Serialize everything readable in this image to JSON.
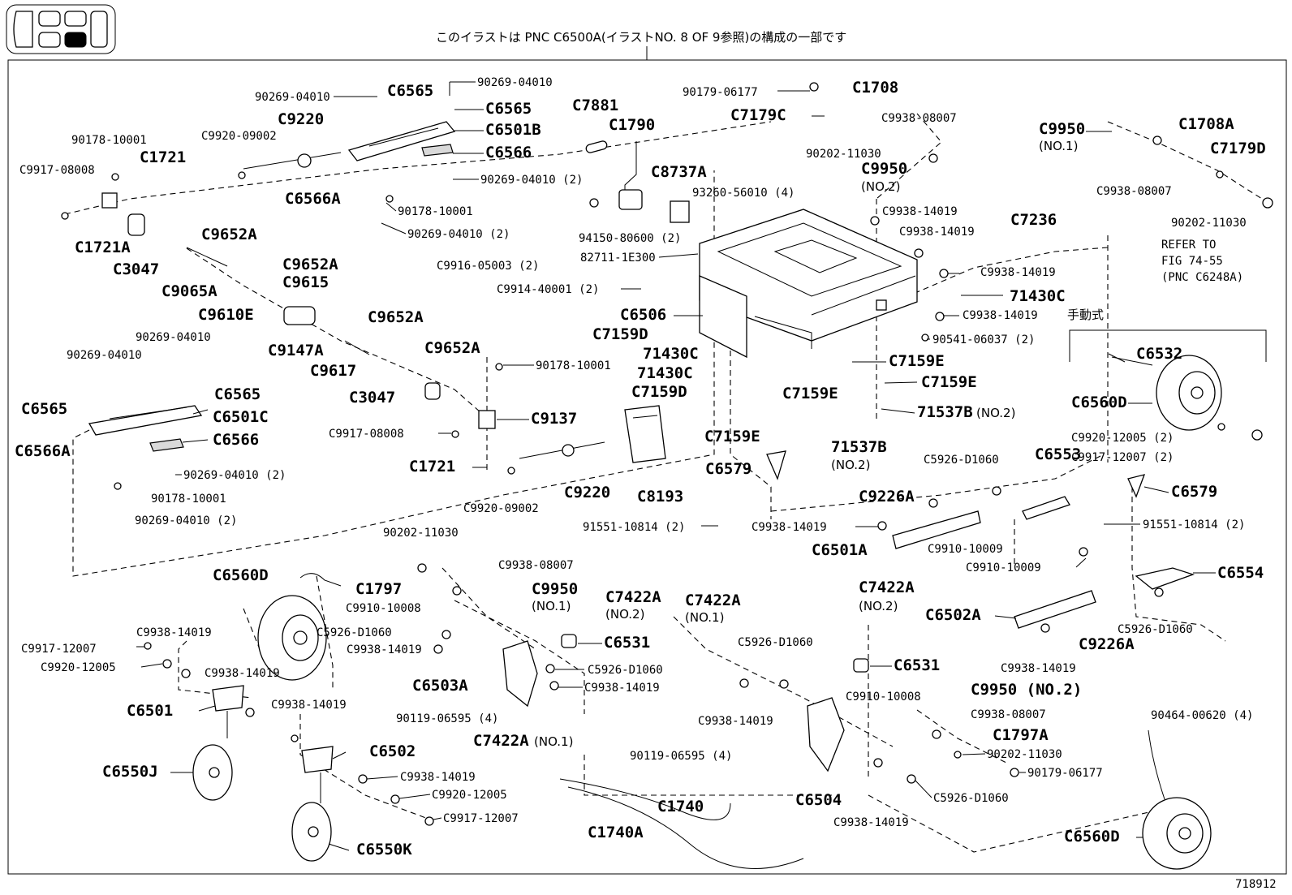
{
  "header": {
    "caption": "このイラストは PNC C6500A(イラストNO. 8 OF 9参照)の構成の一部です",
    "figure_number": "718912"
  },
  "labels": {
    "l001": "90269-04010",
    "l002": "C6565",
    "l003": "90269-04010",
    "l004": "C6565",
    "l005": "C7881",
    "l006": "90179-06177",
    "l007": "C1708",
    "l008": "C7179C",
    "l009": "C9938-08007",
    "l010": "C9950",
    "l011": "(NO.1)",
    "l012": "C1708A",
    "l013": "C7179D",
    "l014": "C9220",
    "l015": "C6501B",
    "l016": "C1790",
    "l017": "90178-10001",
    "l018": "C9920-09002",
    "l019": "C6566",
    "l020": "90202-11030",
    "l021": "C9950",
    "l022": "(NO.2)",
    "l023": "C1721",
    "l024": "C9917-08008",
    "l025": "C8737A",
    "l026": "C9938-08007",
    "l027": "90269-04010 (2)",
    "l028": "C6566A",
    "l029": "93260-56010 (4)",
    "l030": "90202-11030",
    "l031": "90178-10001",
    "l032": "C9938-14019",
    "l033": "C7236",
    "l034": "C9652A",
    "l035": "90269-04010 (2)",
    "l036": "94150-80600 (2)",
    "l037": "C9938-14019",
    "l038": "C1721A",
    "l039": "REFER TO",
    "l040": "FIG 74-55",
    "l041": "(PNC C6248A)",
    "l042": "C3047",
    "l043": "82711-1E300",
    "l044": "C9916-05003 (2)",
    "l045": "C9652A",
    "l046": "C9938-14019",
    "l047": "C9065A",
    "l048": "C9615",
    "l049": "C9914-40001 (2)",
    "l050": "71430C",
    "l051": "C9610E",
    "l052": "C6506",
    "l053": "C9938-14019",
    "l054": "手動式",
    "l055": "C9652A",
    "l056": "90269-04010",
    "l057": "C7159D",
    "l058": "90541-06037 (2)",
    "l059": "90269-04010",
    "l060": "C9147A",
    "l061": "C9652A",
    "l062": "71430C",
    "l063": "C6532",
    "l064": "C9617",
    "l065": "90178-10001",
    "l066": "71430C",
    "l067": "C7159E",
    "l068": "C6565",
    "l069": "C3047",
    "l070": "C7159D",
    "l071": "C7159E",
    "l072": "C7159E",
    "l073": "C6560D",
    "l074": "C6565",
    "l075": "C6501C",
    "l076": "C9137",
    "l077": "71537B",
    "l078": "(NO.2)",
    "l079": "C9917-08008",
    "l080": "C6566",
    "l081": "C7159E",
    "l082": "C9920-12005 (2)",
    "l083": "C6566A",
    "l084": "71537B",
    "l085": "(NO.2)",
    "l086": "C9917-12007 (2)",
    "l087": "C1721",
    "l088": "C5926-D1060",
    "l089": "C6553",
    "l090": "90269-04010 (2)",
    "l091": "C6579",
    "l092": "C9220",
    "l093": "C8193",
    "l094": "C6579",
    "l095": "90178-10001",
    "l096": "C9920-09002",
    "l097": "C9226A",
    "l098": "90269-04010 (2)",
    "l099": "91551-10814 (2)",
    "l100": "C9938-14019",
    "l101": "91551-10814 (2)",
    "l102": "90202-11030",
    "l103": "C6501A",
    "l104": "C9910-10009",
    "l105": "C9938-08007",
    "l106": "C9910-10009",
    "l107": "C6560D",
    "l108": "C6554",
    "l109": "C1797",
    "l110": "C9950",
    "l111": "(NO.1)",
    "l112": "C7422A",
    "l113": "(NO.2)",
    "l114": "C7422A",
    "l115": "(NO.1)",
    "l116": "C7422A",
    "l117": "(NO.2)",
    "l118": "C9910-10008",
    "l119": "C6502A",
    "l120": "C9938-14019",
    "l121": "C5926-D1060",
    "l122": "C6531",
    "l123": "C5926-D1060",
    "l124": "C9917-12007",
    "l125": "C9938-14019",
    "l126": "C5926-D1060",
    "l127": "C6531",
    "l128": "C5926-D1060",
    "l129": "C9920-12005",
    "l130": "C9938-14019",
    "l131": "C9226A",
    "l132": "C6503A",
    "l133": "C9938-14019",
    "l134": "C9938-14019",
    "l135": "C9950 (NO.2)",
    "l136": "C6501",
    "l137": "C9910-10008",
    "l138": "C9938-14019",
    "l139": "90119-06595 (4)",
    "l140": "C9938-14019",
    "l141": "90464-00620 (4)",
    "l142": "C9938-08007",
    "l143": "C7422A",
    "l144": "(NO.1)",
    "l145": "C1797A",
    "l146": "C6550J",
    "l147": "C6502",
    "l148": "90119-06595 (4)",
    "l149": "90202-11030",
    "l150": "C9938-14019",
    "l151": "90179-06177",
    "l152": "C9920-12005",
    "l153": "C1740",
    "l154": "C6504",
    "l155": "C5926-D1060",
    "l156": "C9917-12007",
    "l157": "C9938-14019",
    "l158": "C1740A",
    "l159": "C6550K",
    "l160": "C6560D"
  }
}
